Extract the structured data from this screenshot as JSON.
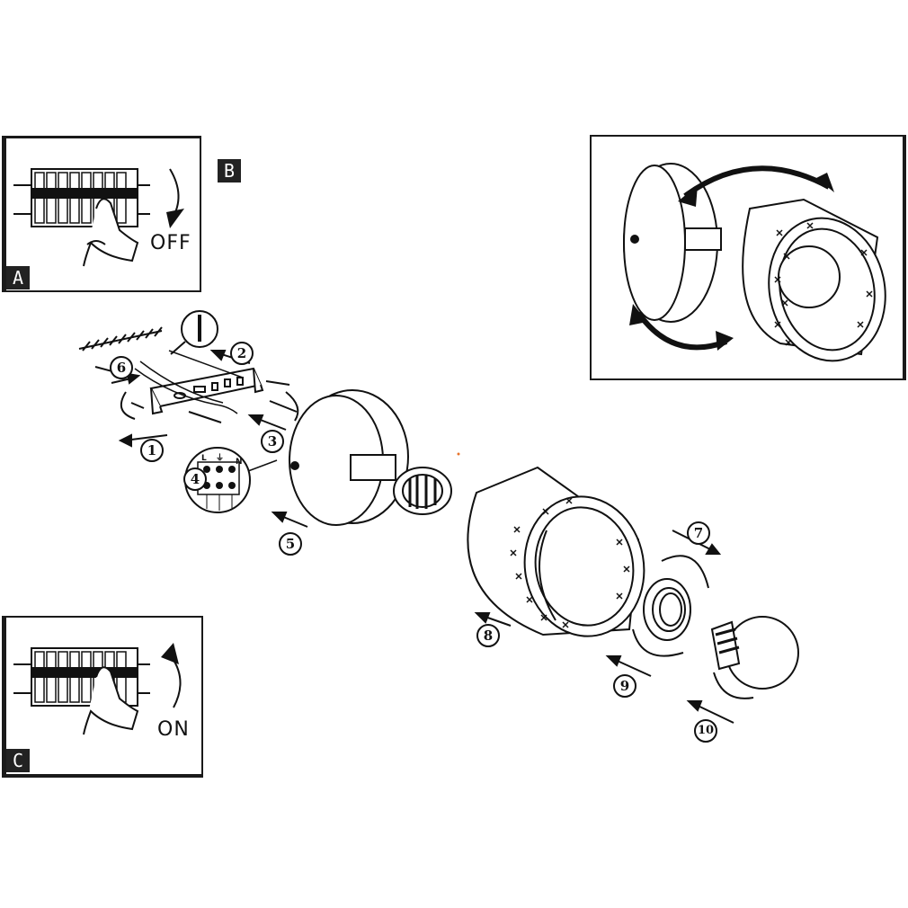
{
  "panels": {
    "a": {
      "tag": "A",
      "switch_label": "OFF"
    },
    "b": {
      "tag": "B"
    },
    "c": {
      "tag": "C",
      "switch_label": "ON"
    }
  },
  "steps": [
    "1",
    "2",
    "3",
    "4",
    "5",
    "6",
    "7",
    "8",
    "9",
    "10"
  ],
  "terminal_labels": [
    "L",
    "⏚",
    "N"
  ]
}
